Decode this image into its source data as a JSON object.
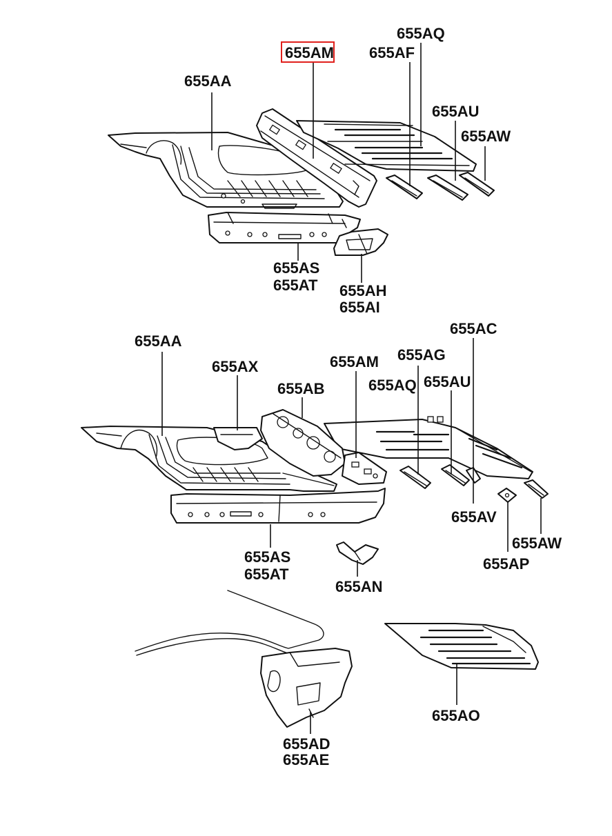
{
  "labels": {
    "top": {
      "aq": "655AQ",
      "am": "655AM",
      "af": "655AF",
      "aa": "655AA",
      "au": "655AU",
      "aw": "655AW",
      "as": "655AS",
      "at": "655AT",
      "ah": "655AH",
      "ai": "655AI"
    },
    "middle": {
      "aa": "655AA",
      "ac": "655AC",
      "am": "655AM",
      "ag": "655AG",
      "ax": "655AX",
      "ab": "655AB",
      "aq": "655AQ",
      "au": "655AU",
      "av": "655AV",
      "aw": "655AW",
      "ap": "655AP",
      "as": "655AS",
      "at": "655AT",
      "an": "655AN"
    },
    "bottom": {
      "ao": "655AO",
      "ad": "655AD",
      "ae": "655AE"
    }
  },
  "highlight": {
    "part": "655AM",
    "color": "#e0201c"
  }
}
